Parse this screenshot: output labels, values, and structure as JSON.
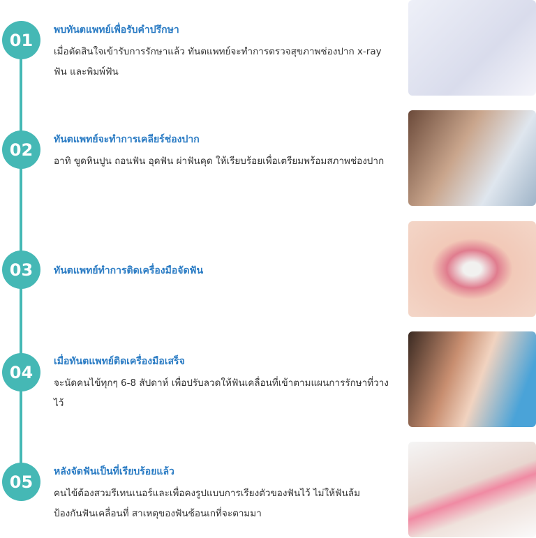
{
  "steps": [
    {
      "number": "01",
      "title": "พบทันตแพทย์เพื่อรับคำปรึกษา",
      "description": "เมื่อตัดสินใจเข้ารับการรักษาแล้ว ทันตแพทย์จะทำการตรวจสุขภาพช่องปาก x-ray ฟัน และพิมพ์ฟัน"
    },
    {
      "number": "02",
      "title": "ทันตแพทย์จะทำการเคลียร์ช่องปาก",
      "description": "อาทิ ขูดหินปูน ถอนฟัน อุดฟัน ผ่าฟันคุด ให้เรียบร้อยเพื่อเตรียมพร้อมสภาพช่องปาก"
    },
    {
      "number": "03",
      "title": "ทันตแพทย์ทำการติดเครื่องมือจัดฟัน",
      "description": ""
    },
    {
      "number": "04",
      "title": "เมื่อทันตแพทย์ติดเครื่องมือเสร็จ",
      "description": "จะนัดคนไข้ทุกๆ 6-8 สัปดาห์ เพื่อปรับลวดให้ฟันเคลื่อนที่เข้าตามแผนการรักษาที่วางไว้"
    },
    {
      "number": "05",
      "title": "หลังจัดฟันเป็นที่เรียบร้อยแล้ว",
      "description": "คนไข้ต้องสวมรีเทนเนอร์และเพื่อคงรูปแบบการเรียงตัวของฟันไว้ ไม่ให้ฟันล้ม ป้องกันฟันเคลื่อนที่ สาเหตุของฟันซ้อนเกที่จะตามมา"
    }
  ],
  "colors": {
    "accent": "#45b8b5",
    "title": "#2b7cc4"
  }
}
